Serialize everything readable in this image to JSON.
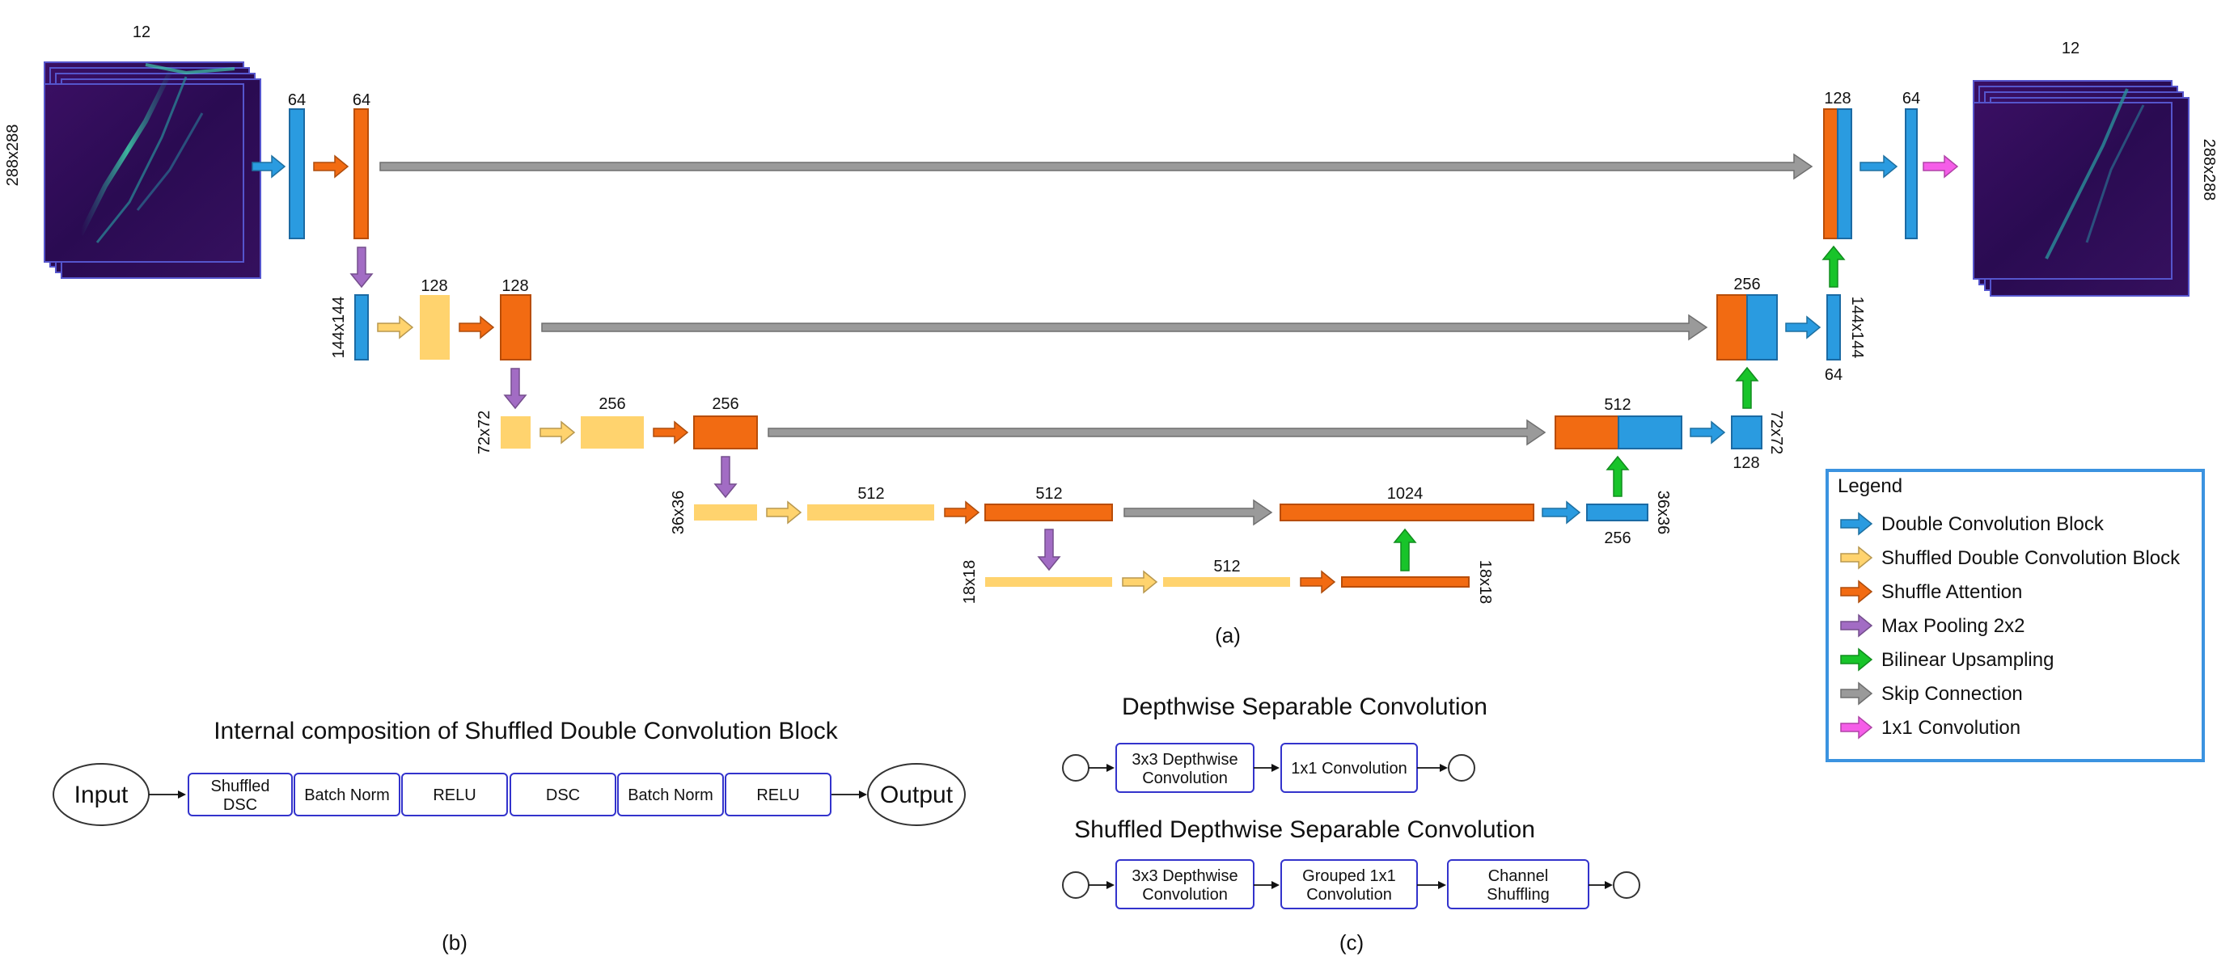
{
  "colors": {
    "double_conv": "#2a9be0",
    "shuffled_double_conv": "#ffd36e",
    "shuffle_attention": "#f26b12",
    "max_pool": "#a26cc4",
    "upsample": "#18c42a",
    "skip": "#9a9a9a",
    "conv1x1": "#f55de8",
    "legend_border": "#3b93e0",
    "box_border": "#3333cc",
    "input_bg": "#2c0a55"
  },
  "icons": {
    "input_image": "heatmap-stack-icon",
    "output_image": "heatmap-stack-icon",
    "arrows": "block-arrow-icon"
  },
  "diagram_a": {
    "caption": "(a)",
    "input": {
      "channels": "12",
      "size": "288x288"
    },
    "output": {
      "channels": "12",
      "size": "288x288"
    },
    "enc1": {
      "c1": "64",
      "c2": "64"
    },
    "enc2": {
      "size": "144x144",
      "c1": "128",
      "c2": "128"
    },
    "enc3": {
      "size": "72x72",
      "c1": "256",
      "c2": "256"
    },
    "enc4": {
      "size": "36x36",
      "c1": "512",
      "c2": "512"
    },
    "bottleneck": {
      "size": "18x18",
      "c1": "512",
      "size_right": "18x18"
    },
    "dec4": {
      "c": "1024",
      "out_c": "256",
      "size": "36x36"
    },
    "dec3": {
      "c": "512",
      "out_c": "128",
      "size": "72x72"
    },
    "dec2": {
      "c": "256",
      "out_c": "64",
      "size": "144x144"
    },
    "dec1": {
      "c": "128",
      "out_c": "64"
    }
  },
  "legend": {
    "title": "Legend",
    "items": [
      {
        "label": "Double Convolution Block",
        "color_key": "double_conv"
      },
      {
        "label": "Shuffled Double Convolution Block",
        "color_key": "shuffled_double_conv"
      },
      {
        "label": "Shuffle Attention",
        "color_key": "shuffle_attention"
      },
      {
        "label": "Max Pooling 2x2",
        "color_key": "max_pool"
      },
      {
        "label": "Bilinear Upsampling",
        "color_key": "upsample"
      },
      {
        "label": "Skip Connection",
        "color_key": "skip"
      },
      {
        "label": "1x1 Convolution",
        "color_key": "conv1x1"
      }
    ]
  },
  "diagram_b": {
    "title": "Internal composition of Shuffled Double Convolution Block",
    "caption": "(b)",
    "input_label": "Input",
    "output_label": "Output",
    "blocks": [
      {
        "line1": "Shuffled",
        "line2": "DSC"
      },
      {
        "line1": "Batch Norm",
        "line2": ""
      },
      {
        "line1": "RELU",
        "line2": ""
      },
      {
        "line1": "DSC",
        "line2": ""
      },
      {
        "line1": "Batch Norm",
        "line2": ""
      },
      {
        "line1": "RELU",
        "line2": ""
      }
    ]
  },
  "diagram_c": {
    "caption": "(c)",
    "dsc_title": "Depthwise Separable Convolution",
    "dsc_blocks": [
      {
        "line1": "3x3 Depthwise",
        "line2": "Convolution"
      },
      {
        "line1": "1x1 Convolution",
        "line2": ""
      }
    ],
    "sdsc_title": "Shuffled Depthwise Separable Convolution",
    "sdsc_blocks": [
      {
        "line1": "3x3 Depthwise",
        "line2": "Convolution"
      },
      {
        "line1": "Grouped 1x1",
        "line2": "Convolution"
      },
      {
        "line1": "Channel",
        "line2": "Shuffling"
      }
    ]
  }
}
